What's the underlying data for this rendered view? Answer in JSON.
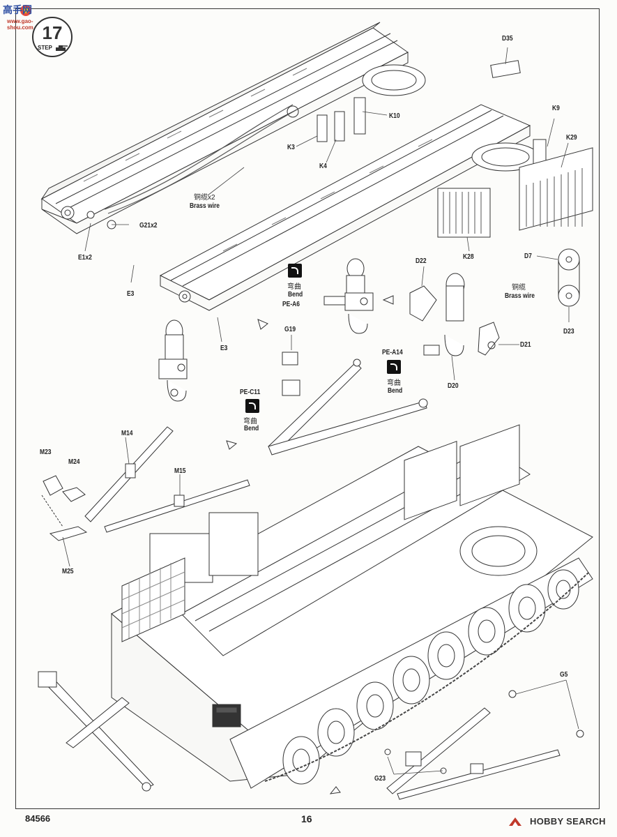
{
  "header": {
    "step_number": "17",
    "step_word": "STEP",
    "watermark_cn": "高手网",
    "watermark_url": "www.gao-shou.com"
  },
  "labels": {
    "d35": "D35",
    "k9": "K9",
    "k29": "K29",
    "k10": "K10",
    "k3": "K3",
    "k4": "K4",
    "wire_cn_1": "铜缆x2",
    "wire_en_1": "Brass wire",
    "g21": "G21x2",
    "e1": "E1x2",
    "e3_a": "E3",
    "e3_b": "E3",
    "k28": "K28",
    "d7": "D7",
    "wire_cn_2": "铜缆",
    "wire_en_2": "Brass wire",
    "d23": "D23",
    "bend_cn_1": "弯曲",
    "bend_en_1": "Bend",
    "pe_a6": "PE-A6",
    "d22": "D22",
    "d21": "D21",
    "d20": "D20",
    "pe_a14": "PE-A14",
    "bend_cn_2": "弯曲",
    "bend_en_2": "Bend",
    "g19": "G19",
    "pe_c11": "PE-C11",
    "bend_cn_3": "弯曲",
    "bend_en_3": "Bend",
    "m14": "M14",
    "m23": "M23",
    "m24": "M24",
    "m15": "M15",
    "m25": "M25",
    "g5": "G5",
    "g23": "G23"
  },
  "footer": {
    "kit_number": "84566",
    "page_number": "16",
    "site_brand": "HOBBY SEARCH"
  },
  "icons": [
    "bend-icon",
    "step-tank-icon",
    "hobbysearch-logo-icon",
    "arrow-icon"
  ]
}
